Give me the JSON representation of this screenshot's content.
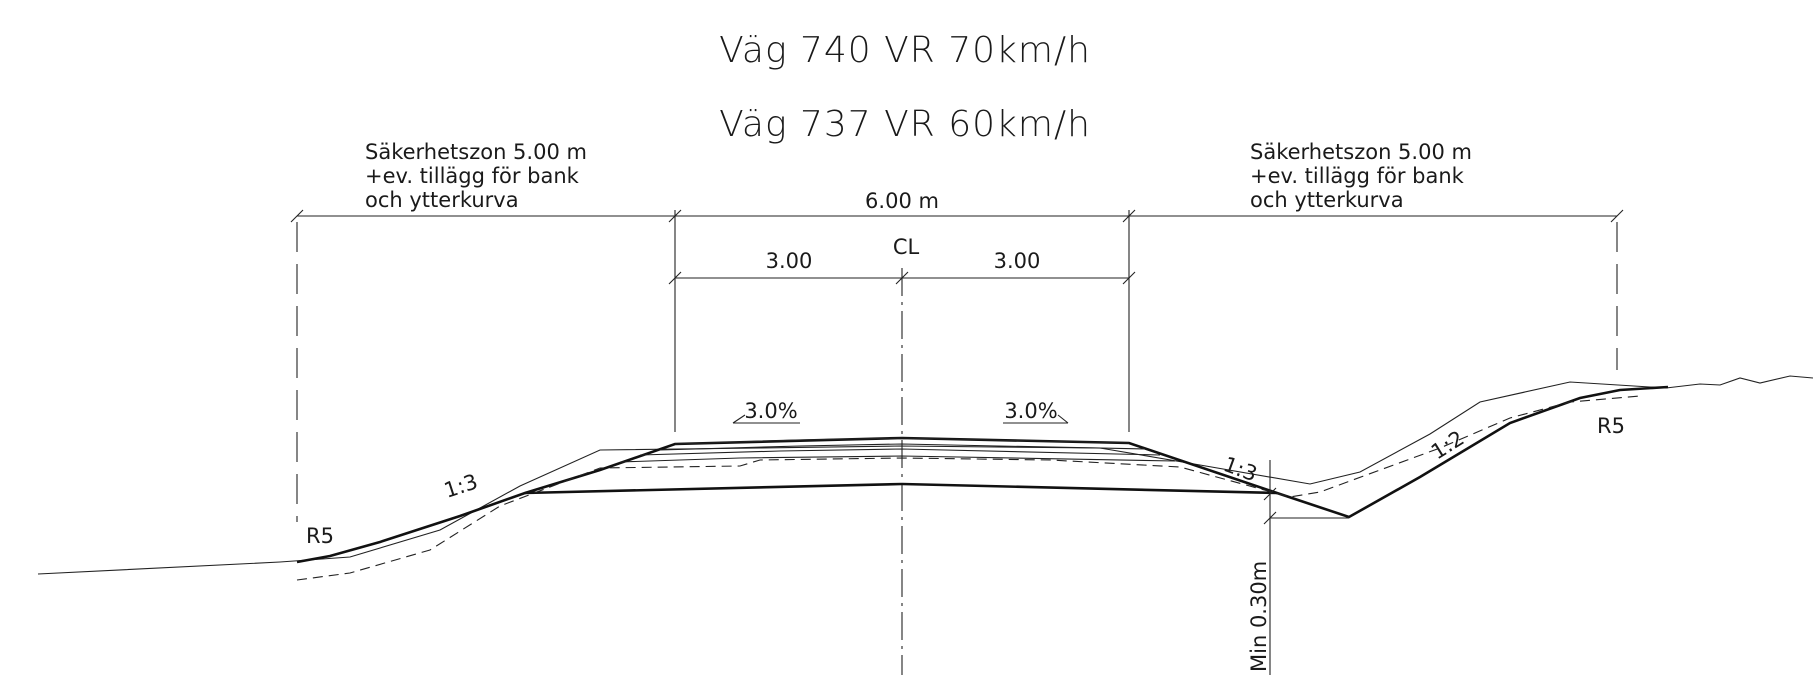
{
  "titles": {
    "line1": "Väg 740 VR 70km/h",
    "line2": "Väg 737 VR 60km/h"
  },
  "safety_zone_left": {
    "line1": "Säkerhetszon 5.00 m",
    "line2": "+ev. tillägg för bank",
    "line3": "och ytterkurva"
  },
  "safety_zone_right": {
    "line1": "Säkerhetszon 5.00 m",
    "line2": "+ev. tillägg för bank",
    "line3": "och ytterkurva"
  },
  "dimensions": {
    "total_width": "6.00 m",
    "half_left": "3.00",
    "half_right": "3.00",
    "centerline": "CL",
    "crossfall_left": "3.0%",
    "crossfall_right": "3.0%"
  },
  "slopes": {
    "left_bank": "1:3",
    "right_inner": "1:3",
    "right_outer": "1:2"
  },
  "radii": {
    "left": "R5",
    "right": "R5"
  },
  "ditch": {
    "min_depth": "Min 0.30m"
  }
}
